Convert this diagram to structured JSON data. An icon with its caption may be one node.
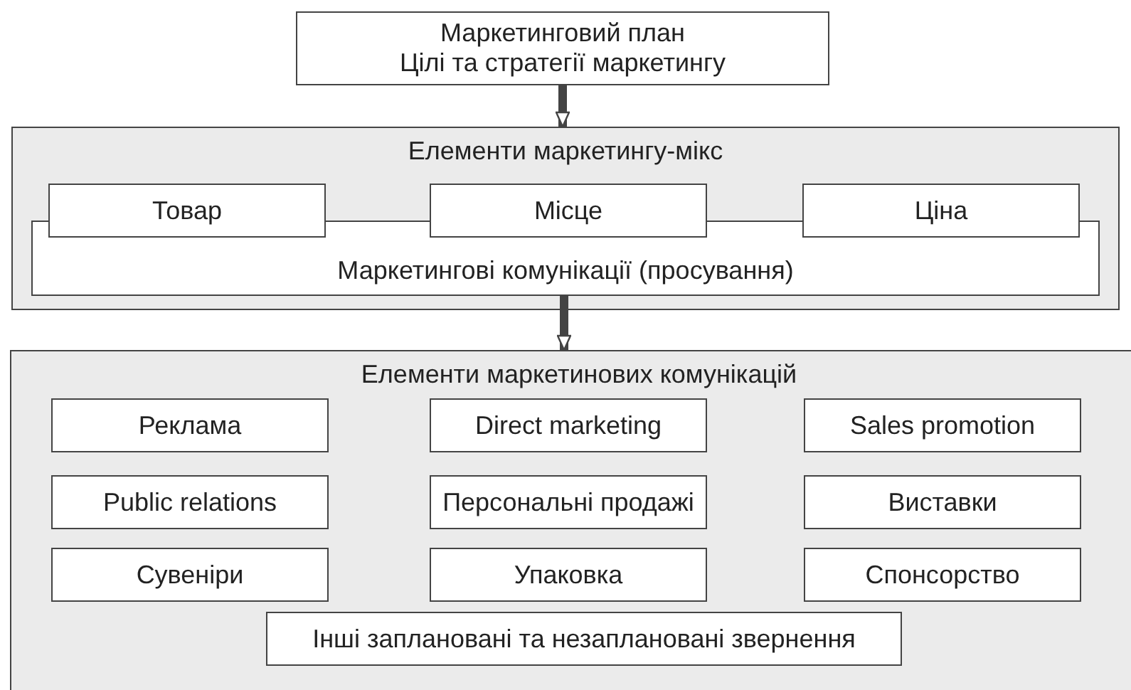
{
  "diagram": {
    "nodes": [
      {
        "text": [
          "Маркетинговий план",
          "Цілі та стратегії маркетингу"
        ]
      },
      {
        "text": [
          "Елементи маркетингу-мікс"
        ]
      },
      {
        "text": [
          "Товар"
        ],
        "in": 1
      },
      {
        "text": [
          "Місце"
        ],
        "in": 1
      },
      {
        "text": [
          "Ціна"
        ],
        "in": 1
      },
      {
        "text": [
          "Маркетингові комунікації (просування)"
        ],
        "in": 1
      },
      {
        "text": [
          "Елементи маркетинових комунікацій"
        ]
      },
      {
        "text": [
          "Реклама"
        ],
        "in": 6
      },
      {
        "text": [
          "Direct marketing"
        ],
        "in": 6
      },
      {
        "text": [
          "Sales promotion"
        ],
        "in": 6
      },
      {
        "text": [
          "Public relations"
        ],
        "in": 6
      },
      {
        "text": [
          "Персональні продажі"
        ],
        "in": 6
      },
      {
        "text": [
          "Виставки"
        ],
        "in": 6
      },
      {
        "text": [
          "Сувеніри"
        ],
        "in": 6
      },
      {
        "text": [
          "Упаковка"
        ],
        "in": 6
      },
      {
        "text": [
          "Спонсорство"
        ],
        "in": 6
      },
      {
        "text": [
          "Інші заплановані та незаплановані звернення"
        ],
        "in": 6
      }
    ],
    "edges": [
      {
        "from": 0,
        "to": 1,
        "arrow": "to"
      },
      {
        "from": 5,
        "to": 6,
        "arrow": "to"
      }
    ]
  }
}
